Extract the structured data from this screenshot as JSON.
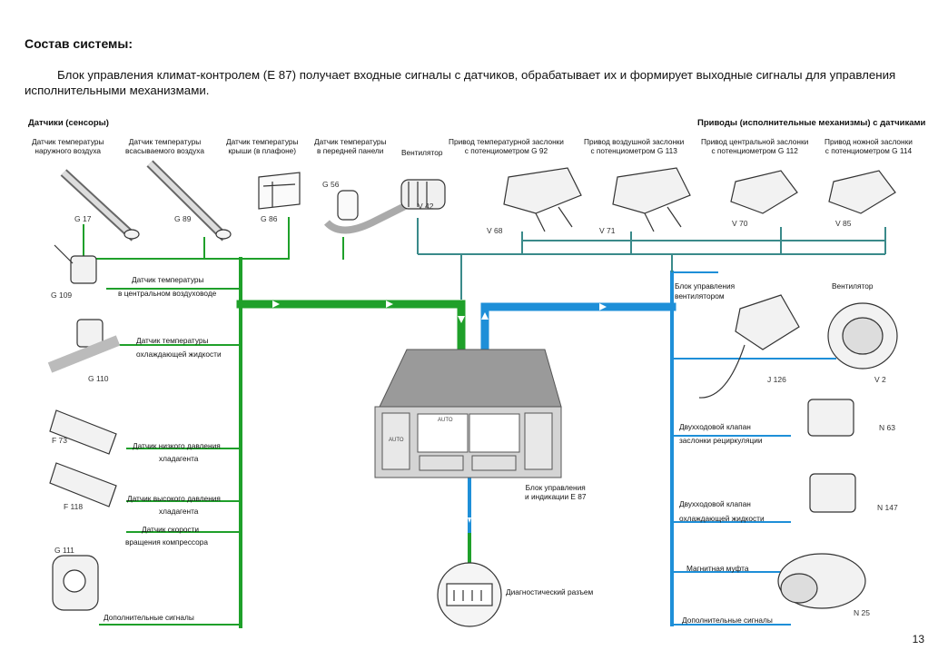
{
  "title": "Состав системы:",
  "intro": "Блок управления климат-контролем (E 87) получает входные сигналы с датчиков, обрабатывает их и формирует выходные сигналы для управления исполнительными механизмами.",
  "sections": {
    "sensors": "Датчики (сенсоры)",
    "actuators": "Приводы (исполнительные механизмы) с датчиками"
  },
  "top_sensors": [
    {
      "l1": "Датчик температуры",
      "l2": "наружного воздуха",
      "code": "G 17"
    },
    {
      "l1": "Датчик температуры",
      "l2": "всасываемого воздуха",
      "code": "G 89"
    },
    {
      "l1": "Датчик температуры",
      "l2": "крыши (в плафоне)",
      "code": "G 86"
    },
    {
      "l1": "Датчик температуры",
      "l2": "в передней панели",
      "code": "G 56"
    }
  ],
  "fan_front": {
    "label": "Вентилятор",
    "code": "V 42"
  },
  "top_actuators": [
    {
      "l1": "Привод температурной заслонки",
      "l2": "с потенциометром G 92",
      "code": "V 68"
    },
    {
      "l1": "Привод воздушной заслонки",
      "l2": "с потенциометром G 113",
      "code": "V 71"
    },
    {
      "l1": "Привод центральной заслонки",
      "l2": "с потенциометром G 112",
      "code": "V 70"
    },
    {
      "l1": "Привод ножной заслонки",
      "l2": "с потенциометром G 114",
      "code": "V 85"
    }
  ],
  "left_sensors": [
    {
      "l1": "Датчик температуры",
      "l2": "в центральном воздуховоде",
      "code": "G 109"
    },
    {
      "l1": "Датчик температуры",
      "l2": "охлаждающей жидкости",
      "code": "G 110"
    },
    {
      "l1": "Датчик низкого давления",
      "l2": "хладагента",
      "code": "F 73"
    },
    {
      "l1": "Датчик высокого давления",
      "l2": "хладагента",
      "code": "F 118"
    },
    {
      "l1": "Датчик скорости",
      "l2": "вращения компрессора",
      "code": "G 111"
    },
    {
      "l1": "Дополнительные сигналы",
      "l2": "",
      "code": ""
    }
  ],
  "right_outputs": [
    {
      "l1": "Блок управления",
      "l2": "вентилятором",
      "code": "J 126"
    },
    {
      "l1": "Вентилятор",
      "l2": "",
      "code": "V 2"
    },
    {
      "l1": "Двухходовой клапан",
      "l2": "заслонки рециркуляции",
      "code": "N 63"
    },
    {
      "l1": "Двухходовой клапан",
      "l2": "охлаждающей жидкости",
      "code": "N 147"
    },
    {
      "l1": "Магнитная муфта",
      "l2": "",
      "code": "N 25"
    },
    {
      "l1": "Дополнительные сигналы",
      "l2": "",
      "code": ""
    }
  ],
  "control_unit": {
    "l1": "Блок управления",
    "l2": "и индикации E 87",
    "auto": "AUTO"
  },
  "diag": {
    "label": "Диагностический разъем"
  },
  "page_number": "13",
  "colors": {
    "green": "#1fa02a",
    "blue": "#1e8fd8",
    "teal": "#3a8a8a",
    "line": "#444444"
  }
}
